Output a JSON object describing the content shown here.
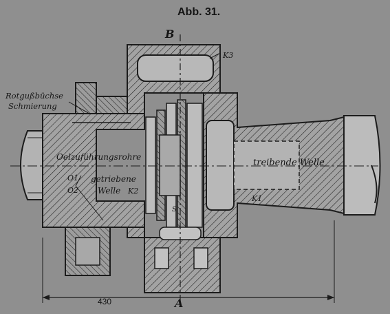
{
  "figure_title": "Abb. 31.",
  "labels": {
    "section_top": "B",
    "section_bottom": "A",
    "k3": "K3",
    "k2": "K2",
    "k1": "K1",
    "bushing_lubrication_line1": "Rotgußbüchse",
    "bushing_lubrication_line2": "Schmierung",
    "oil_supply_pipe": "Oelzuführungsrohre",
    "driven_shaft_line1": "getriebene",
    "driven_shaft_line2": "Welle",
    "driving_shaft": "treibende Welle",
    "o1": "O1",
    "o2": "O2",
    "s": "S",
    "dimension": "430"
  },
  "colors": {
    "paper": "#8f8f8f",
    "ink": "#1c1c1c",
    "hatch": "#2a2a2a"
  }
}
